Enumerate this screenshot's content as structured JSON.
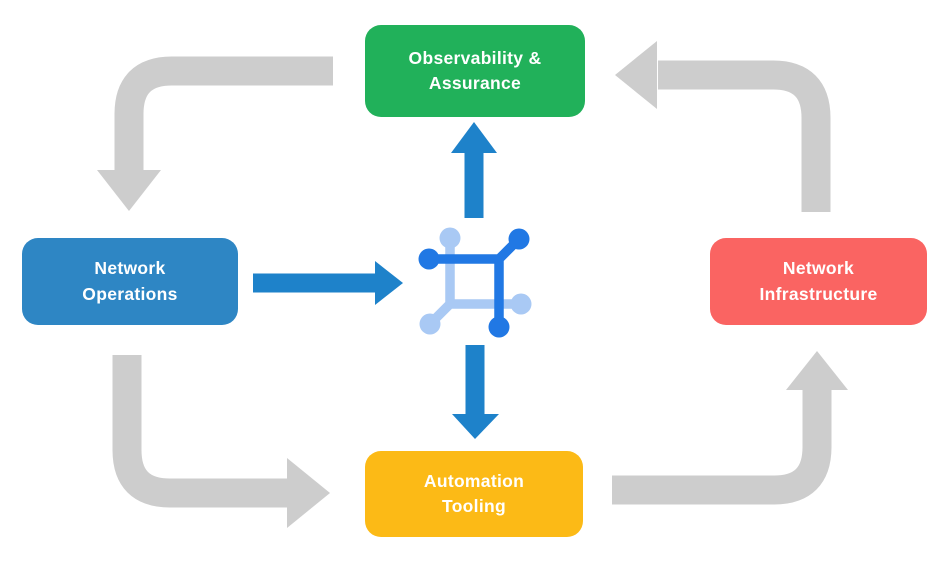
{
  "canvas": {
    "background": "#ffffff",
    "title": "Network automation cycle diagram"
  },
  "colors": {
    "gray_arrow": "#cdcdcd",
    "blue_arrow": "#1e82ca",
    "icon_dark_blue": "#2178e4",
    "icon_light_blue": "#a9c9f4",
    "node_text": "#ffffff",
    "green": "#21b15a",
    "blue": "#2e86c4",
    "red": "#fa6462",
    "yellow": "#fcba16"
  },
  "nodes": [
    {
      "id": "observability-assurance",
      "label": "Observability &\nAssurance",
      "color": "#21b15a",
      "position": "top-center"
    },
    {
      "id": "network-operations",
      "label": "Network\nOperations",
      "color": "#2e86c4",
      "position": "middle-left"
    },
    {
      "id": "network-infrastructure",
      "label": "Network\nInfrastructure",
      "color": "#fa6462",
      "position": "middle-right"
    },
    {
      "id": "automation-tooling",
      "label": "Automation\nTooling",
      "color": "#fcba16",
      "position": "bottom-center"
    }
  ],
  "center_icon": {
    "name": "network-automation-icon",
    "description": "square circuit glyph with six circular nodes, half dark blue and half light blue"
  },
  "flows": [
    {
      "from": "observability-assurance",
      "to": "network-operations",
      "type": "cycle",
      "color_key": "gray_arrow"
    },
    {
      "from": "network-operations",
      "to": "automation-tooling",
      "type": "cycle",
      "color_key": "gray_arrow"
    },
    {
      "from": "automation-tooling",
      "to": "network-infrastructure",
      "type": "cycle",
      "color_key": "gray_arrow"
    },
    {
      "from": "network-infrastructure",
      "to": "observability-assurance",
      "type": "cycle",
      "color_key": "gray_arrow"
    },
    {
      "from": "network-operations",
      "to": "center-icon",
      "type": "direct",
      "color_key": "blue_arrow"
    },
    {
      "from": "center-icon",
      "to": "observability-assurance",
      "type": "direct",
      "color_key": "blue_arrow"
    },
    {
      "from": "center-icon",
      "to": "automation-tooling",
      "type": "direct",
      "color_key": "blue_arrow"
    }
  ]
}
